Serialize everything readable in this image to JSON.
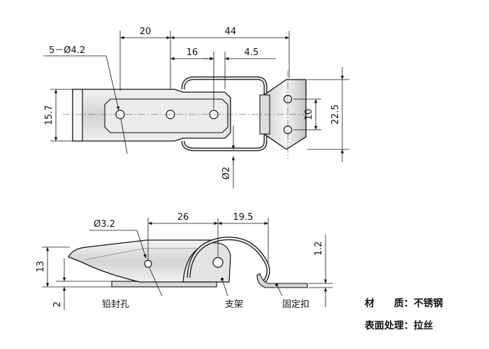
{
  "dimensions": {
    "top_view": {
      "width_20": "20",
      "width_44": "44",
      "width_16": "16",
      "width_4_5": "4.5",
      "hole_dia": "5－Ø4.2",
      "height_15_7": "15.7",
      "height_10": "10",
      "height_22_5": "22.5",
      "wire_dia": "Ø2"
    },
    "side_view": {
      "seal_hole_dia": "Ø3.2",
      "length_26": "26",
      "length_19_5": "19.5",
      "height_13": "13",
      "thickness_1_2": "1.2",
      "thickness_2": "2"
    }
  },
  "callouts": {
    "seal_hole": "铅封孔",
    "bracket": "支架",
    "keeper": "固定扣"
  },
  "specs": {
    "material_label": "材　　质：",
    "material_value": "不锈钢",
    "finish_label": "表面处理：",
    "finish_value": "拉丝"
  },
  "colors": {
    "line": "#111111",
    "metal_light": "#e8e8e8",
    "metal_mid": "#c9c9c9",
    "metal_dark": "#9a9a9a"
  }
}
